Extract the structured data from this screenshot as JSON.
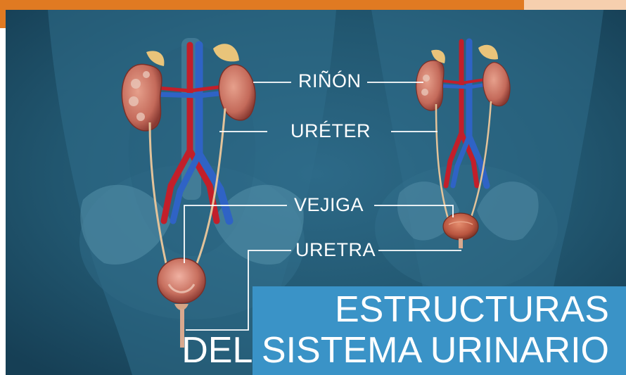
{
  "labels": {
    "rinon": "RIÑÓN",
    "ureter": "URÉTER",
    "vejiga": "VEJIGA",
    "uretra": "URETRA"
  },
  "title": {
    "line1": "ESTRUCTURAS",
    "line2": "DEL SISTEMA URINARIO"
  },
  "colors": {
    "background": "#1f5470",
    "accent_orange": "#e07a22",
    "title_box": "#3a93c7",
    "kidney": "#c46a5a",
    "vein": "#2f63c5",
    "artery": "#c21f2a",
    "leader_line": "#ffffff"
  }
}
